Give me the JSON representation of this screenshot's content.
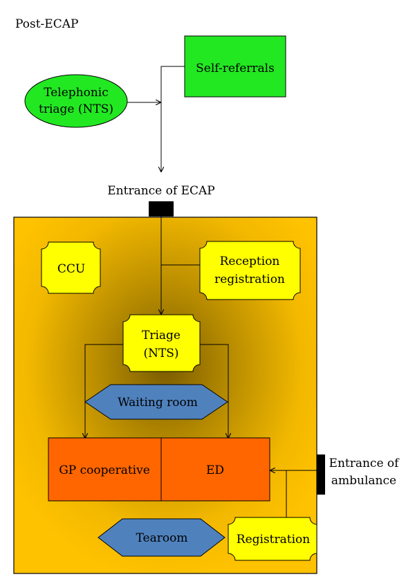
{
  "title": "Post-ECAP",
  "nodes": {
    "self_referrals": "Self-referrals",
    "telephonic_triage": [
      "Telephonic",
      "triage (NTS)"
    ],
    "entrance_ecap": "Entrance of ECAP",
    "ccu": "CCU",
    "reception": [
      "Reception",
      "registration"
    ],
    "triage": [
      "Triage",
      "(NTS)"
    ],
    "waiting_room": "Waiting room",
    "gp_cooperative": "GP cooperative",
    "ed": "ED",
    "entrance_ambulance": [
      "Entrance of",
      "ambulance"
    ],
    "tearoom": "Tearoom",
    "registration": "Registration"
  },
  "colors": {
    "green_box": "#22e822",
    "yellow_box": "#ffff00",
    "orange_box": "#ff6600",
    "blue_hex": "#4f81bd",
    "building_outer": "#ffc000",
    "building_inner": "#8c6a00",
    "door": "#000000"
  }
}
